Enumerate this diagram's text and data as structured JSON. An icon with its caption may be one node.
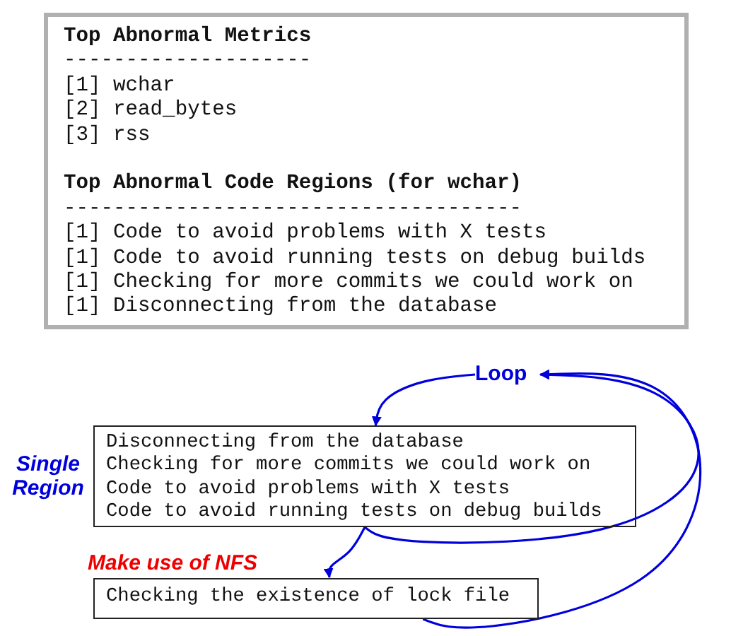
{
  "diagram": {
    "nodes": [
      {
        "text": [
          "Top Abnormal Metrics",
          "--------------------",
          "[1] wchar",
          "[2] read_bytes",
          "[3] rss",
          "Top Abnormal Code Regions (for wchar)",
          "-------------------------------------",
          "[1] Code to avoid problems with X tests",
          "[1] Code to avoid running tests on debug builds",
          "[1] Checking for more commits we could work on",
          "[1] Disconnecting from the database"
        ]
      },
      {
        "text": [
          "Loop"
        ]
      },
      {
        "text": [
          "Disconnecting from the database",
          "Checking for more commits we could work on",
          "Code to avoid problems with X tests",
          "Code to avoid running tests on debug builds"
        ],
        "beside": [
          "Single Region"
        ]
      },
      {
        "text": [
          "Checking the existence of lock file"
        ],
        "beside": [
          "Make use of NFS"
        ]
      }
    ],
    "edges": [
      {
        "from": 1,
        "to": 2,
        "arrow": "to"
      },
      {
        "from": 2,
        "to": 3,
        "arrow": "to"
      },
      {
        "from": 2,
        "to": 1,
        "arrow": "to"
      },
      {
        "from": 3,
        "to": 1,
        "arrow": "to"
      }
    ]
  }
}
